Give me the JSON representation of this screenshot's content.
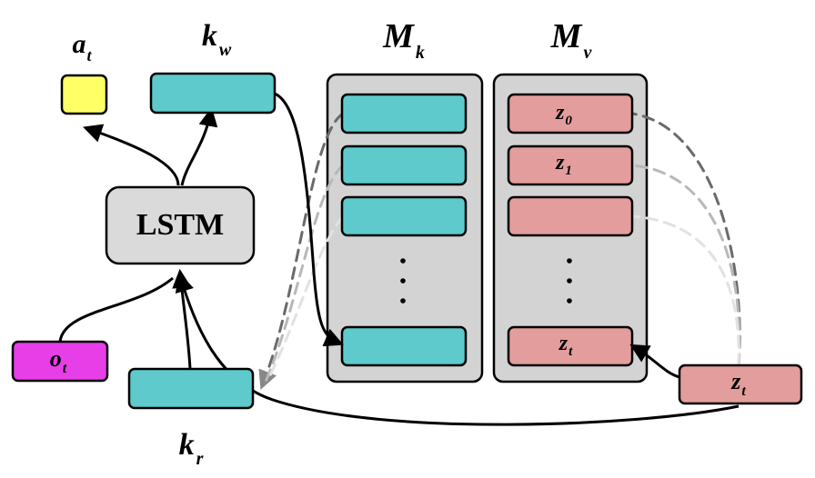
{
  "colors": {
    "teal": "#5ECACB",
    "pink": "#E29D9C",
    "yellow": "#FFFF66",
    "magenta": "#E83EE8",
    "lstm_gray": "#DADADA",
    "memory_gray": "#D3D3D3",
    "stroke": "#000000"
  },
  "labels": {
    "a_t": {
      "base": "a",
      "sub": "t"
    },
    "k_w": {
      "base": "k",
      "sub": "w"
    },
    "M_k": {
      "base": "M",
      "sub": "k"
    },
    "M_v": {
      "base": "M",
      "sub": "v"
    },
    "k_r": {
      "base": "k",
      "sub": "r"
    },
    "o_t": {
      "base": "o",
      "sub": "t"
    }
  },
  "lstm": {
    "label": "LSTM"
  },
  "memory_values": {
    "z0": {
      "base": "z",
      "sub": "0"
    },
    "z1": {
      "base": "z",
      "sub": "1"
    },
    "zt": {
      "base": "z",
      "sub": "t"
    }
  },
  "input_z": {
    "base": "z",
    "sub": "t"
  }
}
